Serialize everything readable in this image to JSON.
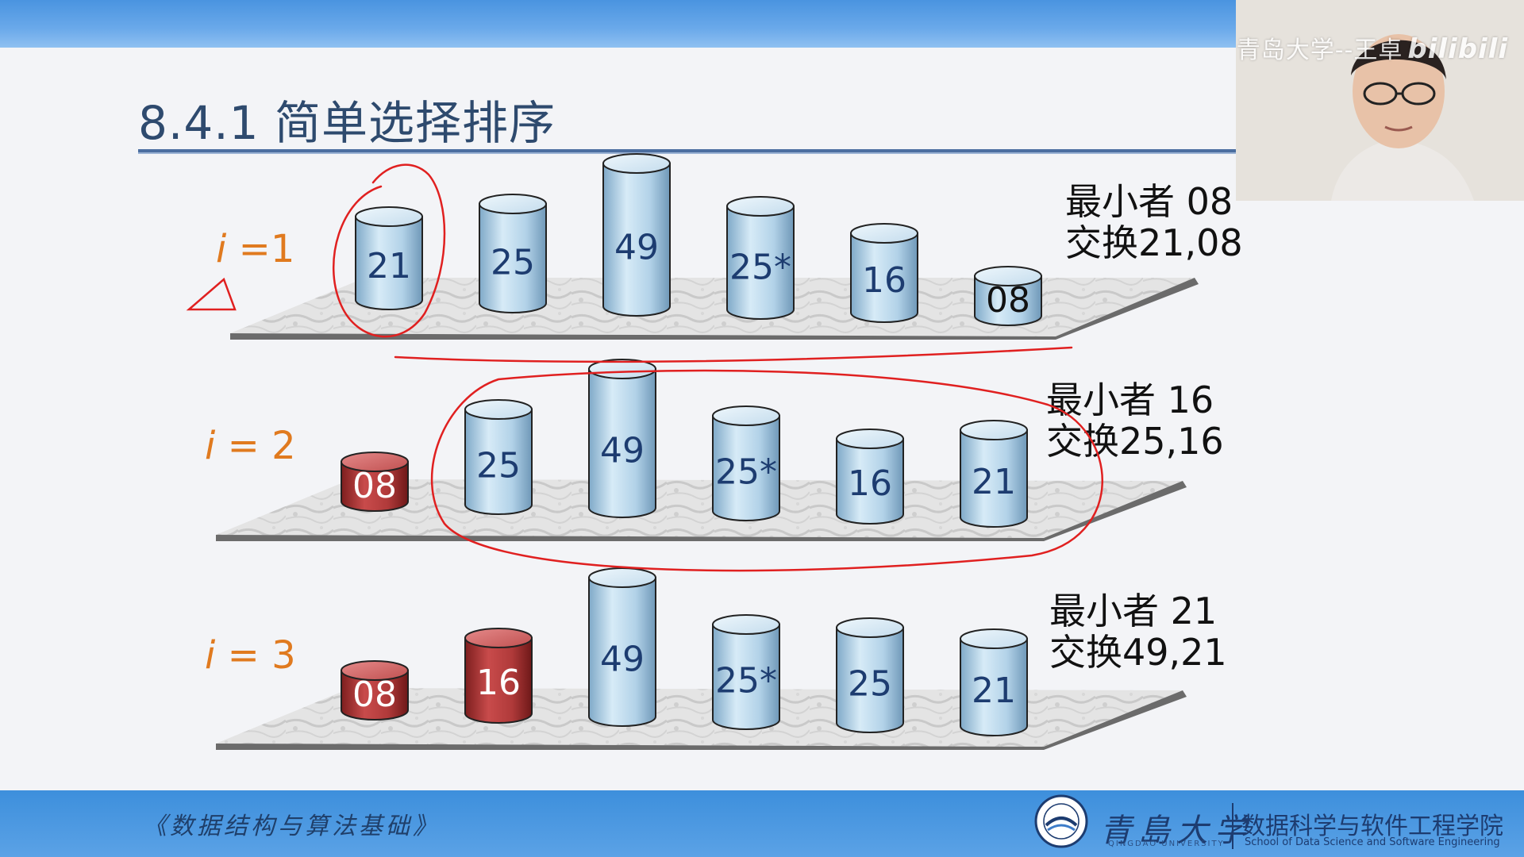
{
  "slide": {
    "title": "8.4.1 简单选择排序",
    "rows": [
      {
        "label_i": "i",
        "label_rest": " =1",
        "note_line1": "最小者 08",
        "note_line2": "交换21,08",
        "cylinders": [
          "21",
          "25",
          "49",
          "25*",
          "16",
          "08"
        ]
      },
      {
        "label_i": "i",
        "label_rest": " = 2",
        "note_line1": "最小者 16",
        "note_line2": "交换25,16",
        "cylinders": [
          "08",
          "25",
          "49",
          "25*",
          "16",
          "21"
        ]
      },
      {
        "label_i": "i",
        "label_rest": " = 3",
        "note_line1": "最小者 21",
        "note_line2": "交换49,21",
        "cylinders": [
          "08",
          "16",
          "49",
          "25*",
          "25",
          "21"
        ]
      }
    ]
  },
  "footer": {
    "book_title": "《数据结构与算法基础》",
    "university": "青島大学",
    "university_en": "QINGDAO UNIVERSITY",
    "school": "数据科学与软件工程学院",
    "school_en": "School of Data Science and Software Engineering"
  },
  "webcam": {
    "watermark": "青岛大学--王卓",
    "platform": "bilibili"
  },
  "colors": {
    "sorted_cylinder": "#a83232",
    "unsorted_cylinder": "#a9cbe3",
    "label_orange": "#e07a1f",
    "annotation_red": "#e02020"
  }
}
